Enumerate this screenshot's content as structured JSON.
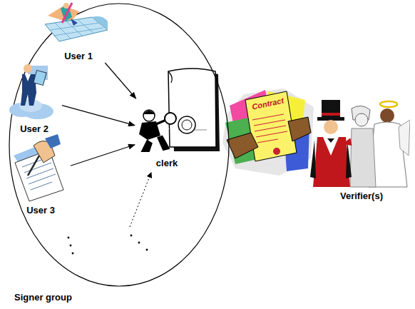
{
  "diagram": {
    "nodes": [
      {
        "text": [
          "Signer group"
        ]
      },
      {
        "text": [
          "User 1"
        ],
        "in": 0
      },
      {
        "text": [
          "User 2"
        ],
        "in": 0
      },
      {
        "text": [
          "User 3"
        ],
        "in": 0
      },
      {
        "text": [
          "clerk"
        ],
        "in": 0
      },
      {
        "text": [
          "Verifier(s)"
        ]
      }
    ],
    "edges": [
      {
        "from": 1,
        "to": 4,
        "arrow": "to"
      },
      {
        "from": 2,
        "to": 4,
        "arrow": "to"
      },
      {
        "from": 3,
        "to": 4,
        "arrow": "to"
      }
    ],
    "labels": [
      "Contract"
    ]
  }
}
